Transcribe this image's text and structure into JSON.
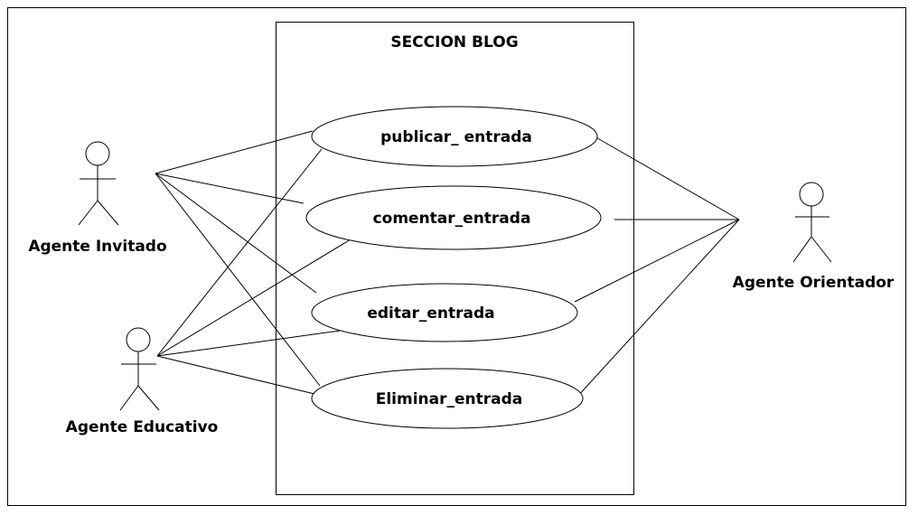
{
  "diagram": {
    "system_boundary_title": "SECCION BLOG",
    "use_cases": {
      "publicar": "publicar_ entrada",
      "comentar": "comentar_entrada",
      "editar": "editar_entrada",
      "eliminar": "Eliminar_entrada"
    },
    "actors": {
      "invitado": "Agente Invitado",
      "educativo": "Agente Educativo",
      "orientador": "Agente Orientador"
    }
  }
}
